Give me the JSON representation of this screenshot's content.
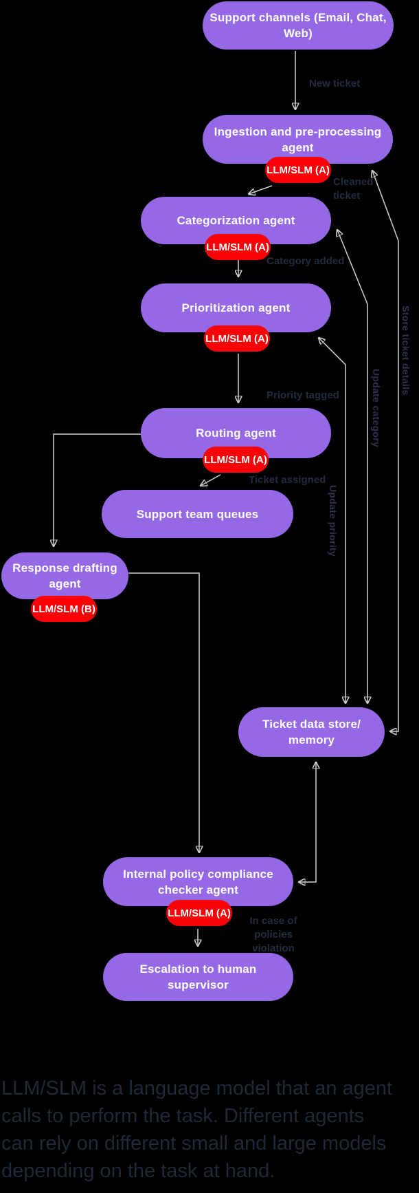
{
  "diagram": {
    "title_hint": "Agentic customer support ticket flow",
    "colors": {
      "background": "#000000",
      "node_fill": "#9569e6",
      "badge_fill": "#fb0007",
      "node_text": "#ffffff",
      "connector": "#d2d2d2",
      "edge_label_text": "#232c3e",
      "vertical_label_text": "#2a3450",
      "caption_text": "#1f2937"
    },
    "nodes": {
      "support_channels": {
        "label": "Support channels (Email, Chat, Web)"
      },
      "ingestion": {
        "label": "Ingestion and pre-processing agent",
        "badge": "LLM/SLM (A)"
      },
      "categorization": {
        "label": "Categorization agent",
        "badge": "LLM/SLM (A)"
      },
      "prioritization": {
        "label": "Prioritization agent",
        "badge": "LLM/SLM (A)"
      },
      "routing": {
        "label": "Routing agent",
        "badge": "LLM/SLM (A)"
      },
      "queues": {
        "label": "Support team queues"
      },
      "response_drafting": {
        "label": "Response drafting agent",
        "badge": "LLM/SLM (B)"
      },
      "data_store": {
        "label": "Ticket data store/ memory"
      },
      "compliance": {
        "label": "Internal policy compliance checker agent",
        "badge": "LLM/SLM (A)"
      },
      "escalation": {
        "label": "Escalation to human supervisor"
      }
    },
    "edge_labels": {
      "new_ticket": "New ticket",
      "cleaned_ticket": "Cleaned ticket",
      "category_added": "Category added",
      "priority_tagged": "Priority tagged",
      "ticket_assigned": "Ticket assigned",
      "update_priority": "Update priority",
      "update_category": "Update category",
      "store_ticket_details": "Store ticket details",
      "policies_violation": "In case of policies violation"
    }
  },
  "caption": {
    "lines": [
      "LLM/SLM is a language model that an agent",
      "calls to perform the task. Different agents",
      "can rely on different small and large models",
      "depending on the task at hand."
    ]
  }
}
